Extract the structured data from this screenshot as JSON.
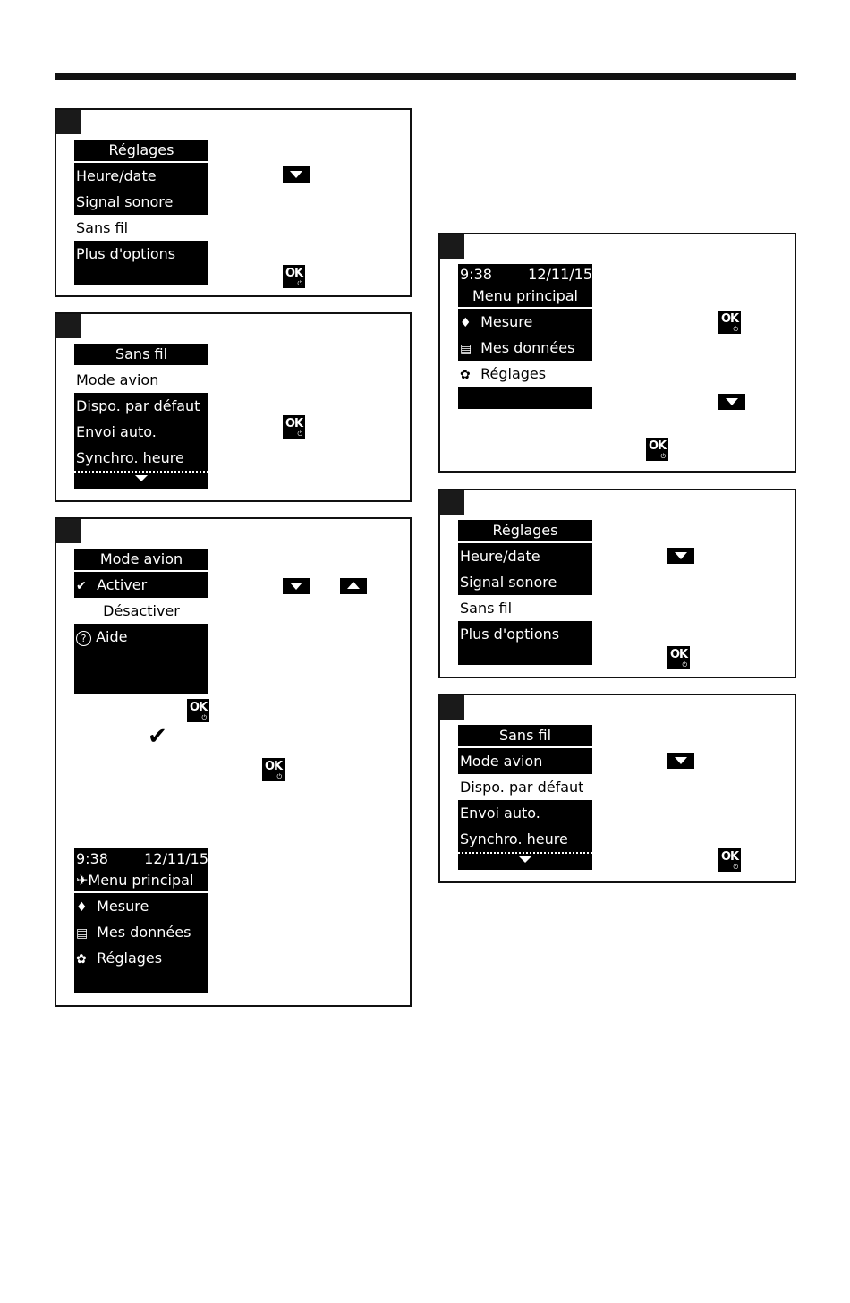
{
  "screens": {
    "settings": {
      "title": "Réglages",
      "items": [
        "Heure/date",
        "Signal sonore",
        "Sans fil",
        "Plus d'options"
      ]
    },
    "wireless": {
      "title": "Sans fil",
      "items": [
        "Mode avion",
        "Dispo. par défaut",
        "Envoi auto.",
        "Synchro. heure"
      ]
    },
    "airplane": {
      "title": "Mode avion",
      "activate": "Activer",
      "deactivate": "Désactiver",
      "help": "Aide"
    },
    "main_menu": {
      "time": "9:38",
      "date": "12/11/15",
      "title": "Menu principal",
      "items": [
        "Mesure",
        "Mes données",
        "Réglages"
      ]
    }
  },
  "buttons": {
    "ok": "OK",
    "power_symbol": "⏻"
  },
  "icons": {
    "check": "✔",
    "help": "?",
    "drop": "♦",
    "data": "▤",
    "gear": "✿",
    "plane": "✈"
  }
}
